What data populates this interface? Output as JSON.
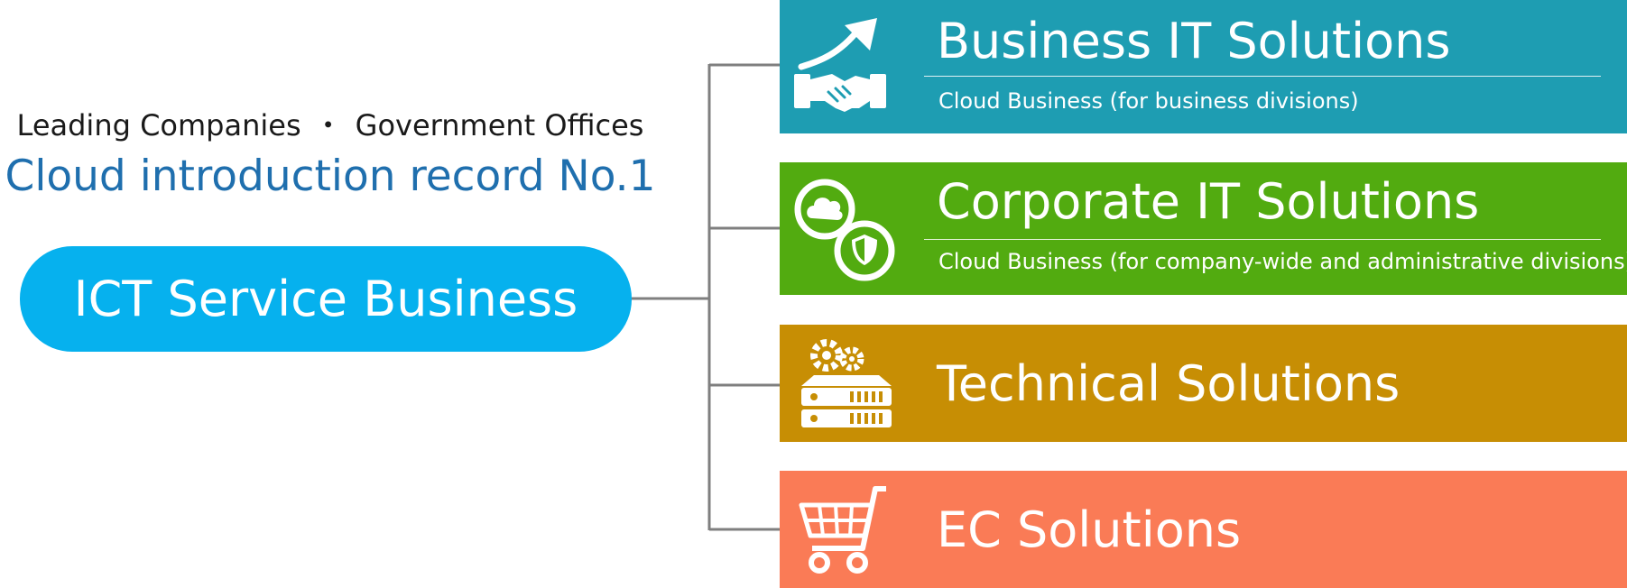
{
  "tagline": {
    "part1": "Leading Companies",
    "separator": "・",
    "part2": "Government Offices"
  },
  "headline": "Cloud introduction record No.1",
  "root": {
    "label": "ICT Service Business",
    "color": "#06b1ee"
  },
  "connector_color": "#7f7f7f",
  "branches": [
    {
      "title": "Business IT Solutions",
      "subtitle": "Cloud Business (for business divisions)",
      "icon": "handshake-growth-icon",
      "color": "#1e9db2"
    },
    {
      "title": "Corporate IT Solutions",
      "subtitle": "Cloud Business (for company-wide and administrative divisions)",
      "icon": "cloud-shield-icon",
      "color": "#52ab10"
    },
    {
      "title": "Technical Solutions",
      "subtitle": "",
      "icon": "server-gears-icon",
      "color": "#c78e04"
    },
    {
      "title": "EC Solutions",
      "subtitle": "",
      "icon": "shopping-cart-icon",
      "color": "#fa7b56"
    }
  ]
}
